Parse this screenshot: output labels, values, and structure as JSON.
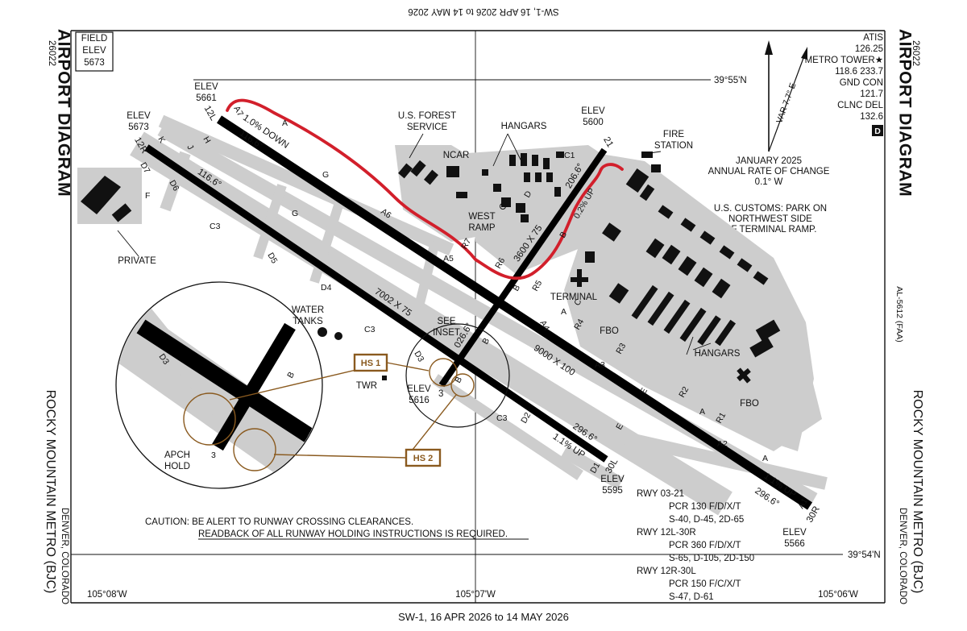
{
  "header": {
    "top_date_inverted": "SW-1, 16 APR 2026 to 14 MAY 2026",
    "bottom_date": "SW-1,  16 APR 2026  to  14 MAY 2026"
  },
  "side": {
    "left_number": "26022",
    "right_number": "26022",
    "title": "AIRPORT DIAGRAM",
    "airport_name": "ROCKY MOUNTAIN METRO  (BJC)",
    "location": "DENVER, COLORADO",
    "faa_id": "AL-5612 (FAA)"
  },
  "field_elev": {
    "line1": "FIELD",
    "line2": "ELEV",
    "line3": "5673"
  },
  "frequencies": {
    "atis_label": "ATIS",
    "atis": "126.25",
    "tower_label": "METRO TOWER",
    "tower": "118.6  233.7",
    "gnd_label": "GND CON",
    "gnd": "121.7",
    "clnc_label": "CLNC DEL",
    "clnc": "132.6",
    "badge": "D"
  },
  "variation": {
    "var": "VAR 7.7° E",
    "date": "JANUARY 2025",
    "rate_label": "ANNUAL RATE OF CHANGE",
    "rate": "0.1° W"
  },
  "customs": {
    "line1": "U.S. CUSTOMS: PARK ON",
    "line2": "NORTHWEST SIDE",
    "line3": "OF TERMINAL RAMP."
  },
  "coordinates": {
    "lat_top": "39°55'N",
    "lat_bottom": "39°54'N",
    "lon_left": "105°08'W",
    "lon_mid": "105°07'W",
    "lon_right": "105°06'W"
  },
  "labels": {
    "elev_5661_a": "ELEV",
    "elev_5661_b": "5661",
    "elev_5673_a": "ELEV",
    "elev_5673_b": "5673",
    "elev_5600_a": "ELEV",
    "elev_5600_b": "5600",
    "elev_5616_a": "ELEV",
    "elev_5616_b": "5616",
    "elev_5595_a": "ELEV",
    "elev_5595_b": "5595",
    "elev_5566_a": "ELEV",
    "elev_5566_b": "5566",
    "forest_a": "U.S. FOREST",
    "forest_b": "SERVICE",
    "hangars_top": "HANGARS",
    "fire_a": "FIRE",
    "fire_b": "STATION",
    "ncar": "NCAR",
    "west_ramp_a": "WEST",
    "west_ramp_b": "RAMP",
    "terminal": "TERMINAL",
    "fbo_1": "FBO",
    "fbo_2": "FBO",
    "hangars_bottom": "HANGARS",
    "private": "PRIVATE",
    "water_a": "WATER",
    "water_b": "TANKS",
    "twr": "TWR",
    "see_inset_a": "SEE",
    "see_inset_b": "INSET",
    "apch_a": "APCH",
    "apch_b": "HOLD",
    "hs1": "HS 1",
    "hs2": "HS 2"
  },
  "runways": {
    "rwy_12l_dim": "7002 X 75",
    "rwy_12r_dim": "9000 X 100",
    "rwy_03_dim": "3600 X 75",
    "hdg_1166_a": "116.6°",
    "hdg_1166_b": "116.6°",
    "hdg_2966_a": "296.6°",
    "hdg_2966_b": "296.6°",
    "hdg_0266": "026.6°",
    "hdg_2066": "206.6°",
    "slope_down": "1.0% DOWN",
    "slope_up_a": "1.1% UP",
    "slope_up_b": "1.1% UP",
    "slope_up_c": "0.2% UP",
    "end_12l": "12L",
    "end_12r": "12R",
    "end_30l": "30L",
    "end_30r": "30R",
    "end_21": "21",
    "end_3": "3"
  },
  "taxiways": [
    "A",
    "A1",
    "A2",
    "A3",
    "A4",
    "A5",
    "A6",
    "A7",
    "B",
    "C",
    "C1",
    "C3",
    "D",
    "D1",
    "D2",
    "D3",
    "D4",
    "D5",
    "D6",
    "D7",
    "E",
    "F",
    "G",
    "H",
    "J",
    "K",
    "R1",
    "R2",
    "R3",
    "R4",
    "R5",
    "R6",
    "R7"
  ],
  "caution": {
    "line1": "CAUTION: BE ALERT TO RUNWAY CROSSING CLEARANCES.",
    "line2": "READBACK OF ALL RUNWAY HOLDING INSTRUCTIONS IS REQUIRED."
  },
  "pcr_table": {
    "r1_title": "RWY 03-21",
    "r1_a": "PCR 130 F/D/X/T",
    "r1_b": "S-40, D-45, 2D-65",
    "r2_title": "RWY 12L-30R",
    "r2_a": "PCR 360 F/D/X/T",
    "r2_b": "S-65, D-105, 2D-150",
    "r3_title": "RWY 12R-30L",
    "r3_a": "PCR 150 F/C/X/T",
    "r3_b": "S-47, D-61"
  },
  "colors": {
    "pavement": "#cdcdcd",
    "runway": "#000000",
    "hot_spot": "#8a5a1f",
    "route_annotation": "#d21f2b"
  }
}
